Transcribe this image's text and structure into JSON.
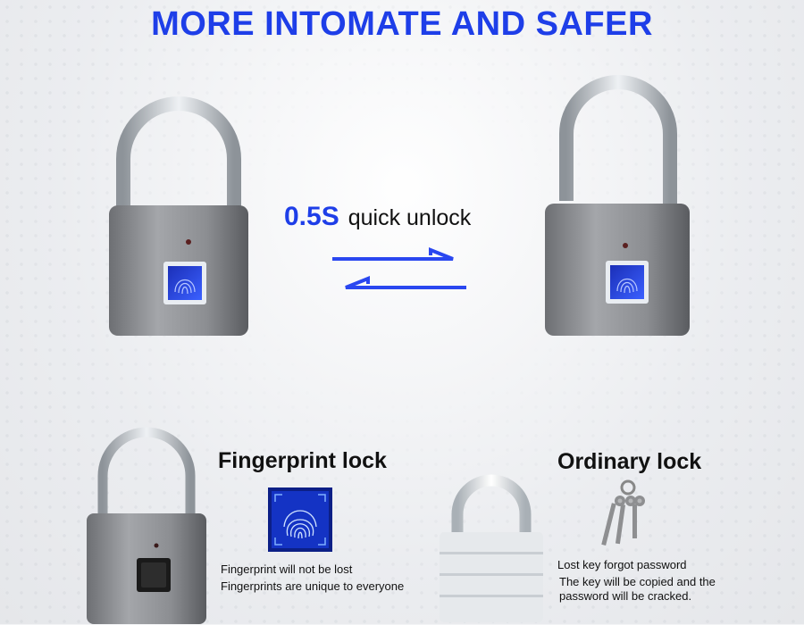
{
  "headline": "MORE INTOMATE AND SAFER",
  "unlock": {
    "time": "0.5S",
    "label": "quick unlock"
  },
  "fingerprint": {
    "title": "Fingerprint lock",
    "lines": [
      "Fingerprint will not be lost",
      "Fingerprints are unique to everyone"
    ]
  },
  "ordinary": {
    "title": "Ordinary lock",
    "lines": [
      "Lost key forgot password",
      "The key will be copied and the",
      "password will be cracked."
    ]
  },
  "colors": {
    "accent": "#1e3ee8",
    "lock_body": "#9c9c9c",
    "shackle": "#c8cdd2"
  }
}
